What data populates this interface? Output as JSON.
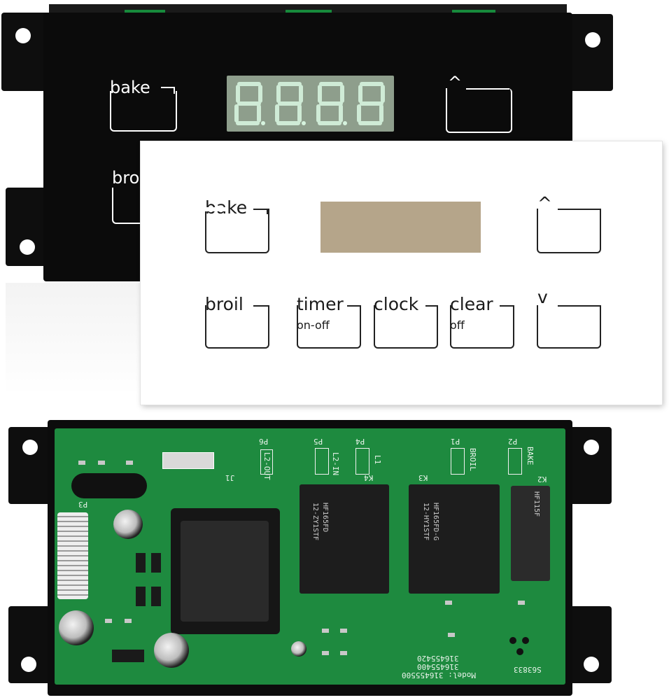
{
  "black_panel": {
    "bake_label": "bake",
    "broil_label_partial": "bro",
    "up_label": "^",
    "display_digits": "8.8.8.8"
  },
  "white_overlay": {
    "bake_label": "bake",
    "broil_label": "broil",
    "timer_label": "timer",
    "timer_sub": "on-off",
    "clock_label": "clock",
    "clear_label": "clear",
    "clear_sub": "off",
    "up_label": "^",
    "down_label": "v"
  },
  "pcb": {
    "relay_k4_text": "HF165FD",
    "relay_k4_sub": "12-ZY1STF",
    "relay_k3_text": "HF165FD-G",
    "relay_k3_sub": "12-HY1STF",
    "relay_k2_text": "HF115F",
    "label_p6": "P6",
    "label_l2out": "L2-OUT",
    "label_p5": "P5",
    "label_l2in": "L2-IN",
    "label_p4": "P4",
    "label_l1": "L1",
    "label_p1": "P1",
    "label_broil": "BROIL",
    "label_p2": "P2",
    "label_bake": "BAKE",
    "label_k4": "K4",
    "label_k3": "K3",
    "label_k2": "K2",
    "label_j1": "J1",
    "label_p3": "P3",
    "model_line1": "316455420",
    "model_line2": "316455400",
    "model_line3": "Model: 316455500",
    "board_code": "S63833"
  }
}
